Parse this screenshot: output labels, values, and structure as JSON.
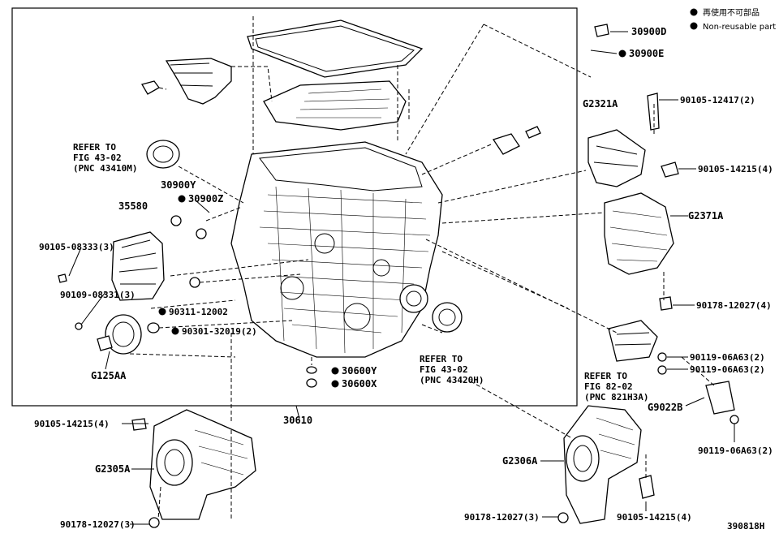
{
  "legend": {
    "items": [
      {
        "marker": "dot",
        "text": "再使用不可部品"
      },
      {
        "marker": "dot",
        "text": "Non-reusable part"
      }
    ]
  },
  "labels": {
    "l30900D": "30900D",
    "l30900E": "30900E",
    "lG2321A": "G2321A",
    "l90105_12417": "90105-12417(2)",
    "l90105_14215_a": "90105-14215(4)",
    "lG2371A": "G2371A",
    "l90178_12027_4": "90178-12027(4)",
    "l90119_06A63_a": "90119-06A63(2)",
    "l90119_06A63_b": "90119-06A63(2)",
    "lG9022B": "G9022B",
    "l90119_06A63_c": "90119-06A63(2)",
    "l30900Y": "30900Y",
    "l30900Z": "30900Z",
    "l35580": "35580",
    "l90105_08333": "90105-08333(3)",
    "l90109_08331": "90109-08331(3)",
    "l90311_12002": "90311-12002",
    "l90301_32019": "90301-32019(2)",
    "lG125AA": "G125AA",
    "l30600Y": "30600Y",
    "l30600X": "30600X",
    "l30610": "30610",
    "l90105_14215_b": "90105-14215(4)",
    "lG2305A": "G2305A",
    "l90178_12027_3a": "90178-12027(3)",
    "lG2306A": "G2306A",
    "l90178_12027_3b": "90178-12027(3)",
    "l90105_14215_c": "90105-14215(4)",
    "ref_43410M": {
      "l1": "REFER TO",
      "l2": "FIG 43-02",
      "l3": "(PNC 43410M)"
    },
    "ref_43420H": {
      "l1": "REFER TO",
      "l2": "FIG 43-02",
      "l3": "(PNC 43420H)"
    },
    "ref_821H3A": {
      "l1": "REFER TO",
      "l2": "FIG 82-02",
      "l3": "(PNC 821H3A)"
    },
    "figure_id": "390818H"
  }
}
